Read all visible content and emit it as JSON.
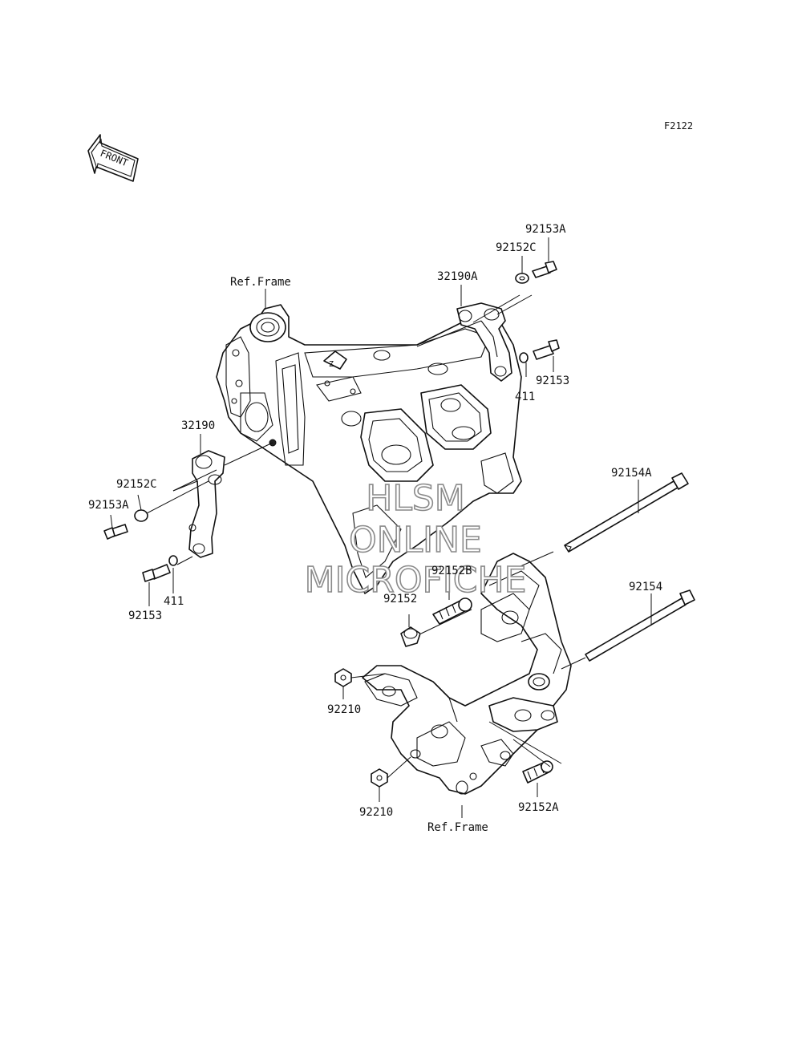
{
  "figure_code": "F2122",
  "front_arrow": {
    "label": "FRONT",
    "icon": "front-direction-arrow-icon"
  },
  "watermark": {
    "line1": "HLSM",
    "line2": "ONLINE",
    "line3": "MICROFICHE"
  },
  "ref_frame_labels": [
    "Ref.Frame",
    "Ref.Frame"
  ],
  "part_labels": {
    "p92153A_top": "92153A",
    "p92152C_top": "92152C",
    "p32190A": "32190A",
    "p92153_top": "92153",
    "p411_top": "411",
    "p32190": "32190",
    "p92152C_left": "92152C",
    "p92153A_left": "92153A",
    "p92153_left": "92153",
    "p411_left": "411",
    "p92154A": "92154A",
    "p92152B": "92152B",
    "p92152": "92152",
    "p92154": "92154",
    "p92210_upper": "92210",
    "p92210_lower": "92210",
    "p92152A": "92152A"
  }
}
